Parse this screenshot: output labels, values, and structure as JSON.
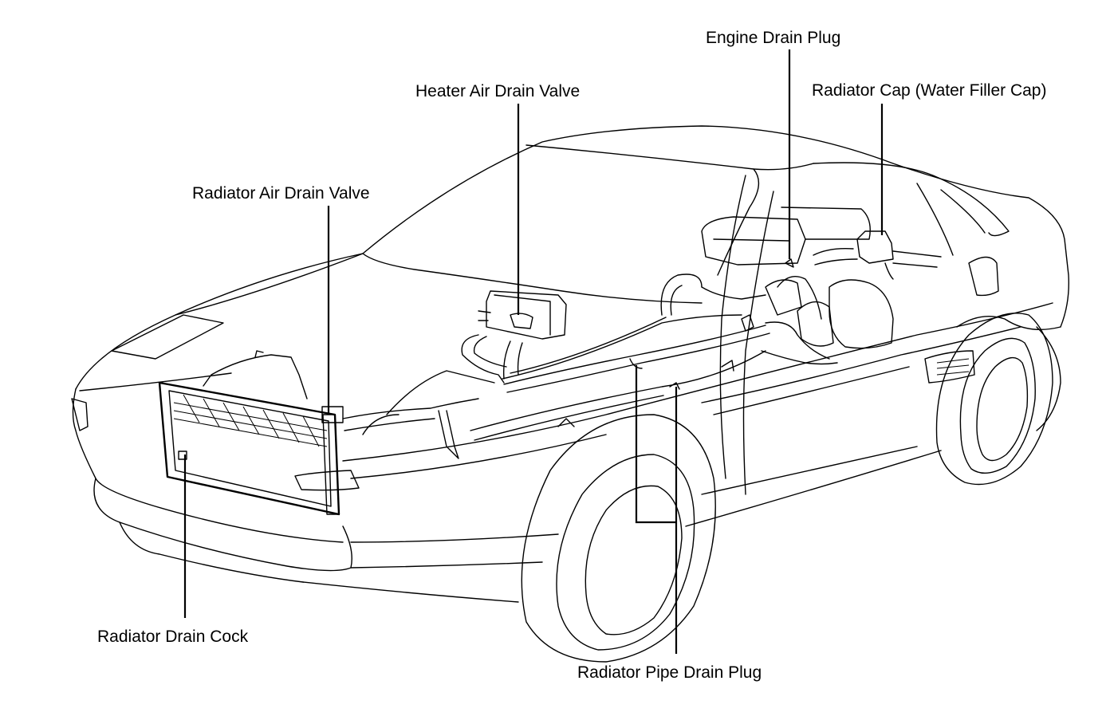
{
  "labels": {
    "engine_drain_plug": "Engine Drain Plug",
    "radiator_cap": "Radiator Cap (Water Filler Cap)",
    "heater_air_drain_valve": "Heater Air Drain Valve",
    "radiator_air_drain_valve": "Radiator Air Drain Valve",
    "radiator_drain_cock": "Radiator Drain Cock",
    "radiator_pipe_drain_plug": "Radiator Pipe Drain Plug"
  }
}
